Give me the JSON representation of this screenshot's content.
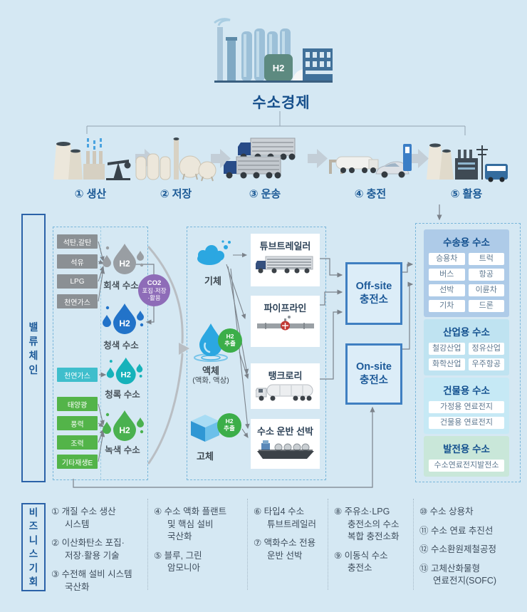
{
  "page": {
    "background": "#d5e8f3"
  },
  "header": {
    "title": "수소경제",
    "factory_h2_label": "H2"
  },
  "process": {
    "stages": [
      {
        "label": "① 생산"
      },
      {
        "label": "② 저장"
      },
      {
        "label": "③ 운송"
      },
      {
        "label": "④ 충전"
      },
      {
        "label": "⑤ 활용"
      }
    ]
  },
  "value_chain": {
    "sidebar": {
      "label": "밸류체인",
      "chars": [
        "밸",
        "류",
        "체",
        "인"
      ]
    },
    "gray_sources": [
      {
        "label": "석탄,갈탄"
      },
      {
        "label": "석유"
      },
      {
        "label": "LPG"
      },
      {
        "label": "천연가스"
      }
    ],
    "gray_hydrogen": {
      "label": "회색 수소",
      "h2": "H2",
      "color": "#999ea3"
    },
    "co2": {
      "line1": "CO2",
      "line2": "포집·저장",
      "line3": "·활용",
      "color": "#8e6cb8"
    },
    "blue_hydrogen": {
      "label": "청색 수소",
      "h2": "H2",
      "color": "#2273c9"
    },
    "teal_source": {
      "label": "천연가스"
    },
    "teal_hydrogen": {
      "label": "청록 수소",
      "h2": "H2",
      "color": "#16b2ba"
    },
    "green_sources": [
      {
        "label": "태양광"
      },
      {
        "label": "풍력"
      },
      {
        "label": "조력"
      },
      {
        "label": "기타재생E"
      }
    ],
    "green_hydrogen": {
      "label": "녹색 수소",
      "h2": "H2",
      "color": "#4ab14f"
    },
    "forms": {
      "gas": {
        "label": "기체"
      },
      "liquid": {
        "label": "액체",
        "sub": "(액화, 액상)",
        "badge_line1": "H2",
        "badge_line2": "추출"
      },
      "solid": {
        "label": "고체",
        "badge_line1": "H2",
        "badge_line2": "추출"
      }
    },
    "transport": {
      "tube_trailer": "튜브트레일러",
      "pipeline": "파이프라인",
      "tank_lorry": "탱크로리",
      "ship": "수소 운반 선박"
    },
    "stations": {
      "offsite": {
        "line1": "Off-site",
        "line2": "충전소"
      },
      "onsite": {
        "line1": "On-site",
        "line2": "충전소"
      }
    },
    "applications": [
      {
        "title": "수송용 수소",
        "bg": "#aecbe8",
        "items": [
          "승용차",
          "트럭",
          "버스",
          "항공",
          "선박",
          "이륜차",
          "기차",
          "드론"
        ]
      },
      {
        "title": "산업용 수소",
        "bg": "#bfe3f1",
        "items": [
          "철강산업",
          "정유산업",
          "화학산업",
          "우주항공"
        ]
      },
      {
        "title": "건물용 수소",
        "bg": "#c6e9f5",
        "items": [
          "가정용 연료전지",
          "건물용 연료전지"
        ]
      },
      {
        "title": "발전용 수소",
        "bg": "#c9e7d9",
        "items": [
          "수소연료전지발전소"
        ]
      }
    ]
  },
  "business": {
    "sidebar": {
      "label": "비즈니스기회",
      "chars": [
        "비",
        "즈",
        "니",
        "스",
        "기",
        "회"
      ]
    },
    "columns": [
      {
        "items": [
          "① 개질 수소 생산\n시스템",
          "② 이산화탄소 포집·\n저장·활용 기술",
          "③ 수전해 설비 시스템\n국산화"
        ]
      },
      {
        "items": [
          "④ 수소 액화 플랜트\n및 핵심 설비\n국산화",
          "⑤ 블루, 그린\n암모니아"
        ]
      },
      {
        "items": [
          "⑥ 타입4 수소\n튜브트레일러",
          "⑦ 액화수소 전용\n운반 선박"
        ]
      },
      {
        "items": [
          "⑧ 주유소·LPG\n충전소의 수소\n복합 충전소화",
          "⑨ 이동식 수소\n충전소"
        ]
      },
      {
        "items": [
          "⑩ 수소 상용차",
          "⑪ 수소 연료 추진선",
          "⑫ 수소환원제철공정",
          "⑬ 고체산화물형\n연료전지(SOFC)"
        ]
      }
    ]
  }
}
